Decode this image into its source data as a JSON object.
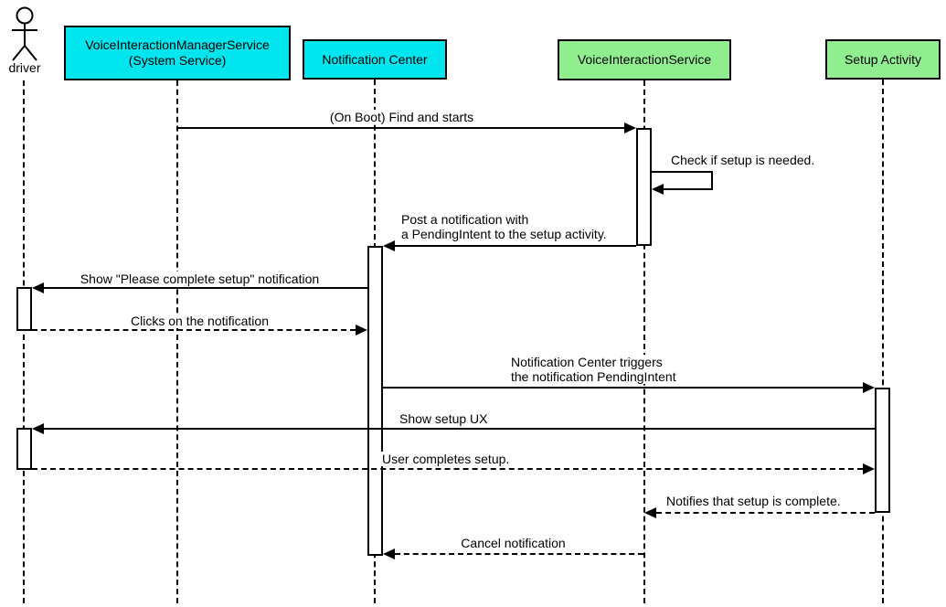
{
  "colors": {
    "background": "#ffffff",
    "cyan_fill": "#00e5ee",
    "green_fill": "#90ee90",
    "line": "#000000",
    "activation_fill": "#ffffff"
  },
  "participants": [
    {
      "id": "driver",
      "kind": "actor",
      "label": "driver"
    },
    {
      "id": "voice_interaction_manager_service",
      "kind": "object",
      "label": "VoiceInteractionManagerService\n(System Service)",
      "fill": "#00e5ee"
    },
    {
      "id": "notification_center",
      "kind": "object",
      "label": "Notification Center",
      "fill": "#00e5ee"
    },
    {
      "id": "voice_interaction_service",
      "kind": "object",
      "label": "VoiceInteractionService",
      "fill": "#90ee90"
    },
    {
      "id": "setup_activity",
      "kind": "object",
      "label": "Setup Activity",
      "fill": "#90ee90"
    }
  ],
  "messages": [
    {
      "n": 1,
      "label": "(On Boot) Find and starts",
      "from": "VoiceInteractionManagerService (System Service)",
      "to": "VoiceInteractionService",
      "line": "solid"
    },
    {
      "n": 2,
      "label": "Check if setup is needed.",
      "from": "VoiceInteractionService",
      "to": "VoiceInteractionService",
      "line": "solid",
      "self_message": true
    },
    {
      "n": 3,
      "label": "Post a notification with\na PendingIntent to the setup activity.",
      "from": "VoiceInteractionService",
      "to": "Notification Center",
      "line": "solid"
    },
    {
      "n": 4,
      "label": "Show \"Please complete setup\" notification",
      "from": "Notification Center",
      "to": "driver",
      "line": "solid"
    },
    {
      "n": 5,
      "label": "Clicks on the notification",
      "from": "driver",
      "to": "Notification Center",
      "line": "dashed"
    },
    {
      "n": 6,
      "label": "Notification Center triggers\nthe notification PendingIntent",
      "from": "Notification Center",
      "to": "Setup Activity",
      "line": "solid"
    },
    {
      "n": 7,
      "label": "Show setup UX",
      "from": "Setup Activity",
      "to": "driver",
      "line": "solid"
    },
    {
      "n": 8,
      "label": "User completes setup.",
      "from": "driver",
      "to": "Setup Activity",
      "line": "dashed"
    },
    {
      "n": 9,
      "label": "Notifies that setup is complete.",
      "from": "Setup Activity",
      "to": "VoiceInteractionService",
      "line": "dashed"
    },
    {
      "n": 10,
      "label": "Cancel notification",
      "from": "VoiceInteractionService",
      "to": "Notification Center",
      "line": "dashed"
    }
  ]
}
